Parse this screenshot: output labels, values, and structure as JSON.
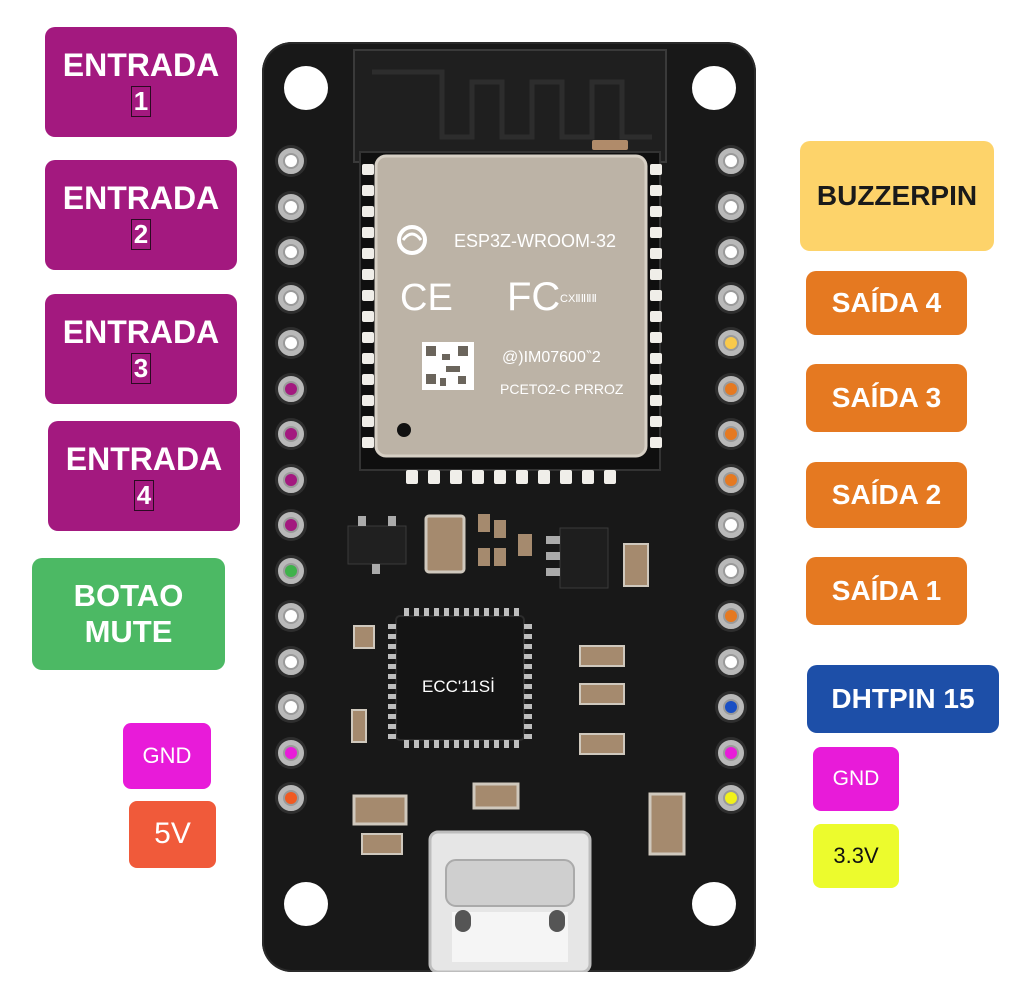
{
  "left_labels": {
    "entradas": [
      {
        "word": "ENTRADA",
        "num": "1"
      },
      {
        "word": "ENTRADA",
        "num": "2"
      },
      {
        "word": "ENTRADA",
        "num": "3"
      },
      {
        "word": "ENTRADA",
        "num": "4"
      }
    ],
    "botao": {
      "line1": "BOTAO",
      "line2": "MUTE"
    },
    "gnd": "GND",
    "v5": "5V"
  },
  "right_labels": {
    "buzzer": "BUZZERPIN",
    "saidas": [
      "SAÍDA 4",
      "SAÍDA 3",
      "SAÍDA  2",
      "SAÍDA  1"
    ],
    "dht": "DHTPIN 15",
    "gnd": "GND",
    "v33": "3.3V"
  },
  "board": {
    "module_name": "ESP3Z-WROOM-32",
    "ce_mark": "CE",
    "fc_mark": "FC",
    "small_mark": "CXⅡⅡⅡⅡ",
    "id_code": "@)IM07600‶2",
    "part_code": "PCETO2-C PRROZ",
    "mcu_text": "ECC'11Sİ",
    "left_pin_colors": [
      "#ffffff",
      "#ffffff",
      "#ffffff",
      "#ffffff",
      "#ffffff",
      "#a3197f",
      "#a3197f",
      "#a3197f",
      "#a3197f",
      "#3fb24b",
      "#ffffff",
      "#ffffff",
      "#ffffff",
      "#e81bd9",
      "#f05a22"
    ],
    "right_pin_colors": [
      "#ffffff",
      "#ffffff",
      "#ffffff",
      "#ffffff",
      "#f9c94a",
      "#e57921",
      "#e57921",
      "#e57921",
      "#ffffff",
      "#ffffff",
      "#e57921",
      "#ffffff",
      "#1a4fc4",
      "#e81bd9",
      "#f1f11a"
    ]
  },
  "colors": {
    "entrada": "#a3197f",
    "botao": "#4cb964",
    "gnd": "#e81bd9",
    "v5": "#f05a3a",
    "buzzer": "#fdd36a",
    "saida": "#e57921",
    "dht": "#1d4fa8",
    "v33": "#ecfb2d"
  }
}
